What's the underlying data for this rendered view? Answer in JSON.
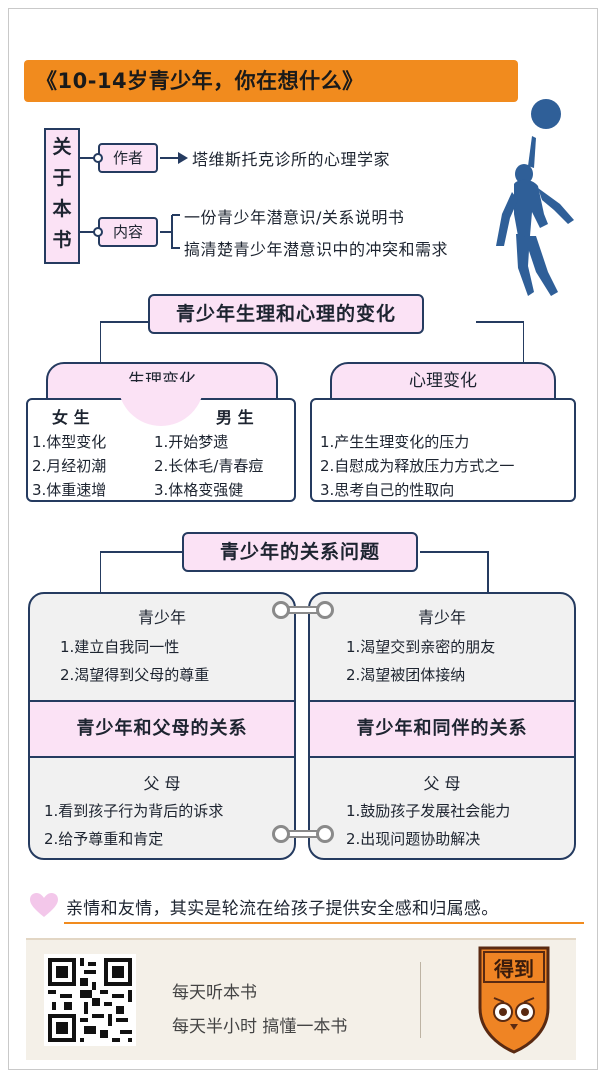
{
  "title": "《10-14岁青少年，你在想什么》",
  "about": {
    "label": "关于本书",
    "author_tag": "作者",
    "author_text": "塔维斯托克诊所的心理学家",
    "content_tag": "内容",
    "content_lines": [
      "一份青少年潜意识/关系说明书",
      "搞清楚青少年潜意识中的冲突和需求"
    ],
    "illustration": "basketball-player-silhouette",
    "illustration_color": "#2f5f98"
  },
  "changes": {
    "title": "青少年生理和心理的变化",
    "physical": {
      "label": "生理变化",
      "female_label": "女 生",
      "female_items": [
        "1.体型变化",
        "2.月经初潮",
        "3.体重速增"
      ],
      "male_label": "男 生",
      "male_items": [
        "1.开始梦遗",
        "2.长体毛/青春痘",
        "3.体格变强健"
      ]
    },
    "mental": {
      "label": "心理变化",
      "items": [
        "1.产生生理变化的压力",
        "2.自慰成为释放压力方式之一",
        "3.思考自己的性取向"
      ]
    }
  },
  "relations": {
    "title": "青少年的关系问题",
    "parents": {
      "teen_label": "青少年",
      "teen_items": [
        "1.建立自我同一性",
        "2.渴望得到父母的尊重"
      ],
      "band": "青少年和父母的关系",
      "parent_label": "父 母",
      "parent_items": [
        "1.看到孩子行为背后的诉求",
        "2.给予尊重和肯定"
      ]
    },
    "peers": {
      "teen_label": "青少年",
      "teen_items": [
        "1.渴望交到亲密的朋友",
        "2.渴望被团体接纳"
      ],
      "band": "青少年和同伴的关系",
      "parent_label": "父 母",
      "parent_items": [
        "1.鼓励孩子发展社会能力",
        "2.出现问题协助解决"
      ]
    }
  },
  "quote": "亲情和友情，其实是轮流在给孩子提供安全感和归属感。",
  "footer": {
    "line1": "每天听本书",
    "line2": "每天半小时 搞懂一本书",
    "logo_text": "得到"
  },
  "colors": {
    "accent_orange": "#f18b1e",
    "navy": "#253b60",
    "pink": "#fbe2f5",
    "heart": "#f3c7ea"
  }
}
